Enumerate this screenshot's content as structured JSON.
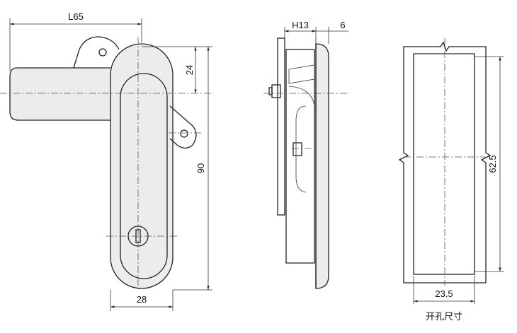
{
  "dimensions": {
    "handle_length": "L65",
    "pivot_offset": "24",
    "body_height": "90",
    "body_width": "28",
    "side_h": "H13",
    "side_thickness": "6",
    "cutout_height": "62.5",
    "cutout_width": "23.5"
  },
  "caption": "开孔尺寸"
}
